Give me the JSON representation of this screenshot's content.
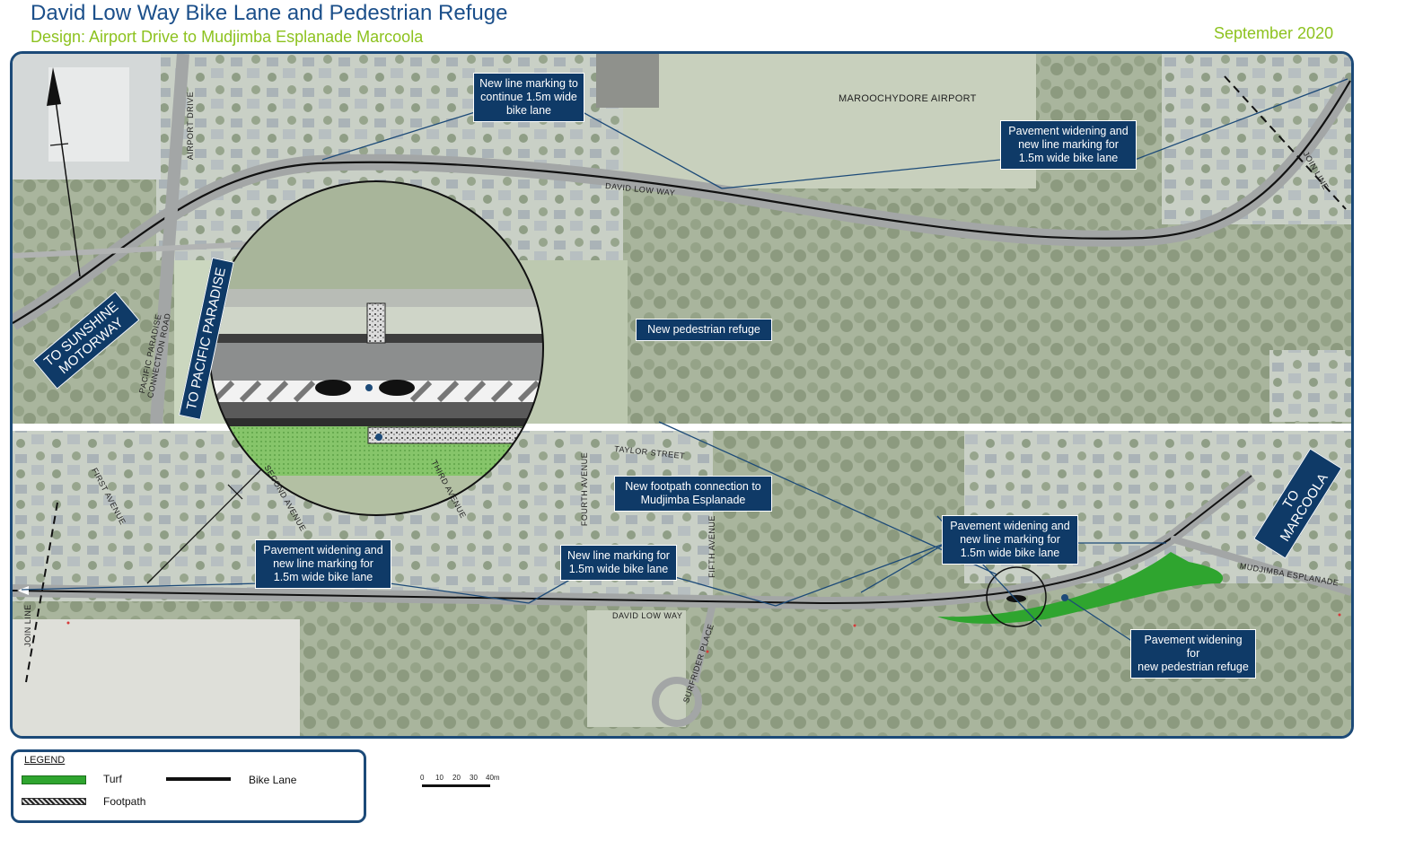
{
  "header": {
    "title": "David Low Way Bike Lane and Pedestrian Refuge",
    "subtitle": "Design: Airport Drive to Mudjimba Esplanade Marcoola",
    "date": "September 2020"
  },
  "colors": {
    "frame": "#1c4a78",
    "callout_bg": "#0f3a67",
    "title": "#1b4f8a",
    "subtitle": "#8dc21f",
    "turf": "#2fa52f"
  },
  "directions": {
    "sunshine": "TO SUNSHINE\nMOTORWAY",
    "pacific": "TO PACIFIC PARADISE",
    "marcoola": "TO MARCOOLA"
  },
  "road_labels": {
    "airport_drive": "AIRPORT DRIVE",
    "david_low_way": "DAVID LOW WAY",
    "pacific_paradise_road": "PACIFIC PARADISE\nCONNECTION ROAD",
    "join_line": "JOIN LINE",
    "first_avenue": "FIRST AVENUE",
    "second_avenue": "SECOND AVENUE",
    "third_avenue": "THIRD AVENUE",
    "fourth_avenue": "FOURTH AVENUE",
    "fifth_avenue": "FIFTH AVENUE",
    "taylor_street": "TAYLOR STREET",
    "surfrider_place": "SURFRIDER PLACE",
    "mudjimba_esplanade": "MUDJIMBA ESPLANADE",
    "airport": "MAROOCHYDORE AIRPORT"
  },
  "callouts": {
    "top_line_marking": "New line marking to\ncontinue 1.5m wide\nbike lane",
    "top_widening": "Pavement widening and\nnew line marking for\n1.5m wide bike lane",
    "refuge": "New pedestrian refuge",
    "footpath": "New footpath connection to\nMudjimba Esplanade",
    "bottom_widening_left": "Pavement widening and\nnew line marking for\n1.5m wide bike lane",
    "bottom_line_marking": "New line marking for\n1.5m wide bike lane",
    "bottom_widening_right": "Pavement widening and\nnew line marking for\n1.5m wide bike lane",
    "refuge_widening": "Pavement widening for\nnew pedestrian refuge"
  },
  "legend": {
    "title": "LEGEND",
    "turf": "Turf",
    "footpath": "Footpath",
    "bike_lane": "Bike Lane"
  },
  "scale": {
    "labels": [
      "0",
      "10",
      "20",
      "30",
      "40m"
    ]
  }
}
